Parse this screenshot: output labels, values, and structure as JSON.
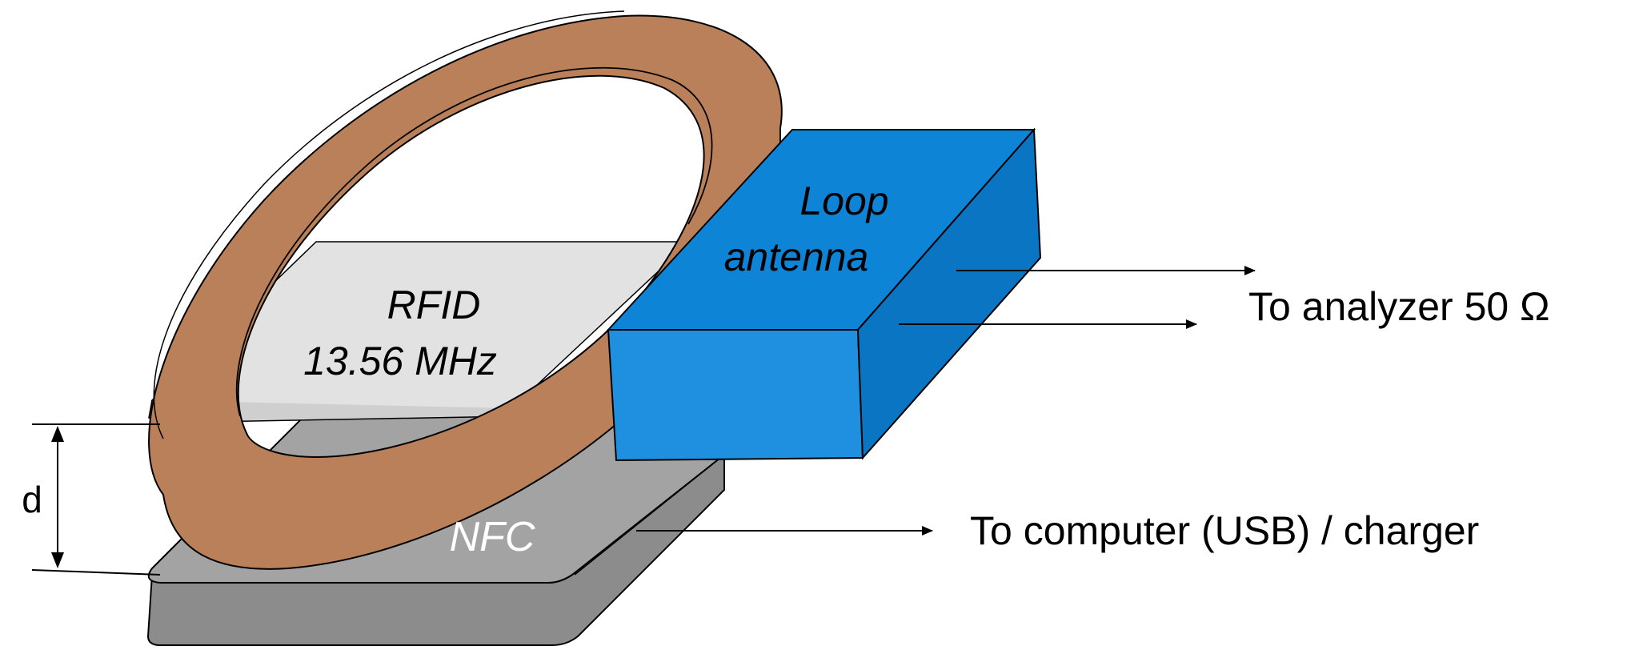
{
  "labels": {
    "rfid_line1": "RFID",
    "rfid_line2": "13.56 MHz",
    "loop_line1": "Loop",
    "loop_line2": "antenna",
    "nfc": "NFC",
    "distance": "d",
    "to_analyzer": "To analyzer 50 Ω",
    "to_computer": "To computer (USB) / charger"
  },
  "colors": {
    "ring_fill": "#b9805a",
    "loop_box_front": "#1f8fe0",
    "loop_box_top": "#0d84d6",
    "loop_box_side": "#0a75c2",
    "rfid_card": "#e2e2e2",
    "nfc_device_top": "#a3a3a3",
    "nfc_device_side": "#8c8c8c",
    "line": "#000000",
    "nfc_text": "#ffffff"
  }
}
